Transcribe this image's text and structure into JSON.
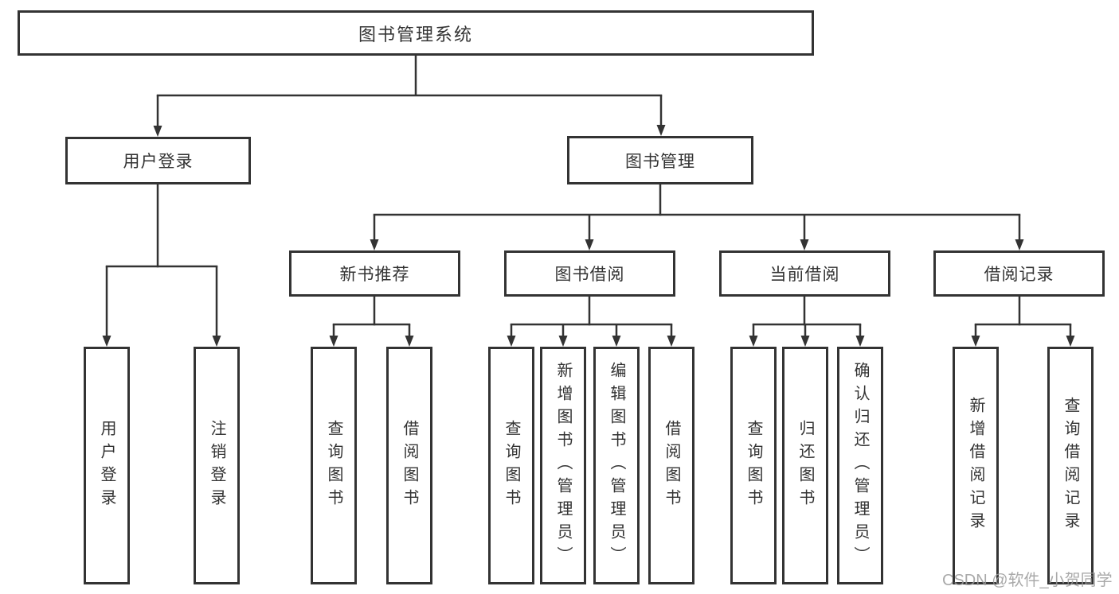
{
  "diagram": {
    "tree": {
      "label": "图书管理系统",
      "children": [
        {
          "label": "用户登录",
          "children": [
            {
              "label": "用户登录"
            },
            {
              "label": "注销登录"
            }
          ]
        },
        {
          "label": "图书管理",
          "children": [
            {
              "label": "新书推荐",
              "children": [
                {
                  "label": "查询图书"
                },
                {
                  "label": "借阅图书"
                }
              ]
            },
            {
              "label": "图书借阅",
              "children": [
                {
                  "label": "查询图书"
                },
                {
                  "label": "新增图书（管理员）"
                },
                {
                  "label": "编辑图书（管理员）"
                },
                {
                  "label": "借阅图书"
                }
              ]
            },
            {
              "label": "当前借阅",
              "children": [
                {
                  "label": "查询图书"
                },
                {
                  "label": "归还图书"
                },
                {
                  "label": "确认归还（管理员）"
                }
              ]
            },
            {
              "label": "借阅记录",
              "children": [
                {
                  "label": "新增借阅记录"
                },
                {
                  "label": "查询借阅记录"
                }
              ]
            }
          ]
        }
      ]
    },
    "colors": {
      "line": "#333333",
      "text": "#333333",
      "background": "#ffffff",
      "watermark": "#9b9b9b"
    }
  },
  "watermark": {
    "text": "CSDN @软件_小贺同学"
  }
}
